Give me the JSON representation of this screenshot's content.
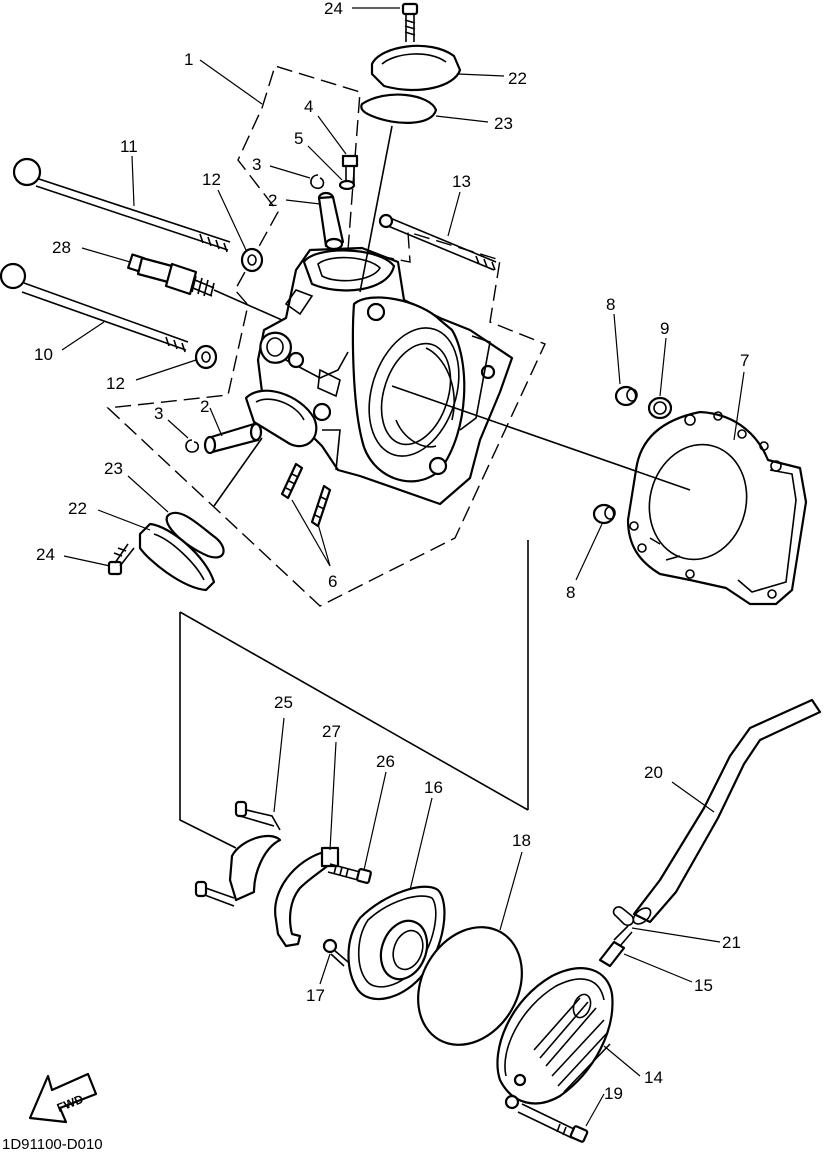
{
  "diagram": {
    "callouts": [
      {
        "id": "c24a",
        "label": "24"
      },
      {
        "id": "c22a",
        "label": "22"
      },
      {
        "id": "c23a",
        "label": "23"
      },
      {
        "id": "c1",
        "label": "1"
      },
      {
        "id": "c4",
        "label": "4"
      },
      {
        "id": "c5",
        "label": "5"
      },
      {
        "id": "c3a",
        "label": "3"
      },
      {
        "id": "c2a",
        "label": "2"
      },
      {
        "id": "c11",
        "label": "11"
      },
      {
        "id": "c12a",
        "label": "12"
      },
      {
        "id": "c13",
        "label": "13"
      },
      {
        "id": "c28",
        "label": "28"
      },
      {
        "id": "c10",
        "label": "10"
      },
      {
        "id": "c12b",
        "label": "12"
      },
      {
        "id": "c3b",
        "label": "3"
      },
      {
        "id": "c2b",
        "label": "2"
      },
      {
        "id": "c23b",
        "label": "23"
      },
      {
        "id": "c22b",
        "label": "22"
      },
      {
        "id": "c24b",
        "label": "24"
      },
      {
        "id": "c6",
        "label": "6"
      },
      {
        "id": "c8a",
        "label": "8"
      },
      {
        "id": "c9",
        "label": "9"
      },
      {
        "id": "c7",
        "label": "7"
      },
      {
        "id": "c8b",
        "label": "8"
      },
      {
        "id": "c25",
        "label": "25"
      },
      {
        "id": "c27",
        "label": "27"
      },
      {
        "id": "c26",
        "label": "26"
      },
      {
        "id": "c16",
        "label": "16"
      },
      {
        "id": "c18",
        "label": "18"
      },
      {
        "id": "c20",
        "label": "20"
      },
      {
        "id": "c21",
        "label": "21"
      },
      {
        "id": "c15",
        "label": "15"
      },
      {
        "id": "c17",
        "label": "17"
      },
      {
        "id": "c14",
        "label": "14"
      },
      {
        "id": "c19",
        "label": "19"
      }
    ],
    "fwd_label": "FWD",
    "drawing_code": "1D91100-D010"
  }
}
